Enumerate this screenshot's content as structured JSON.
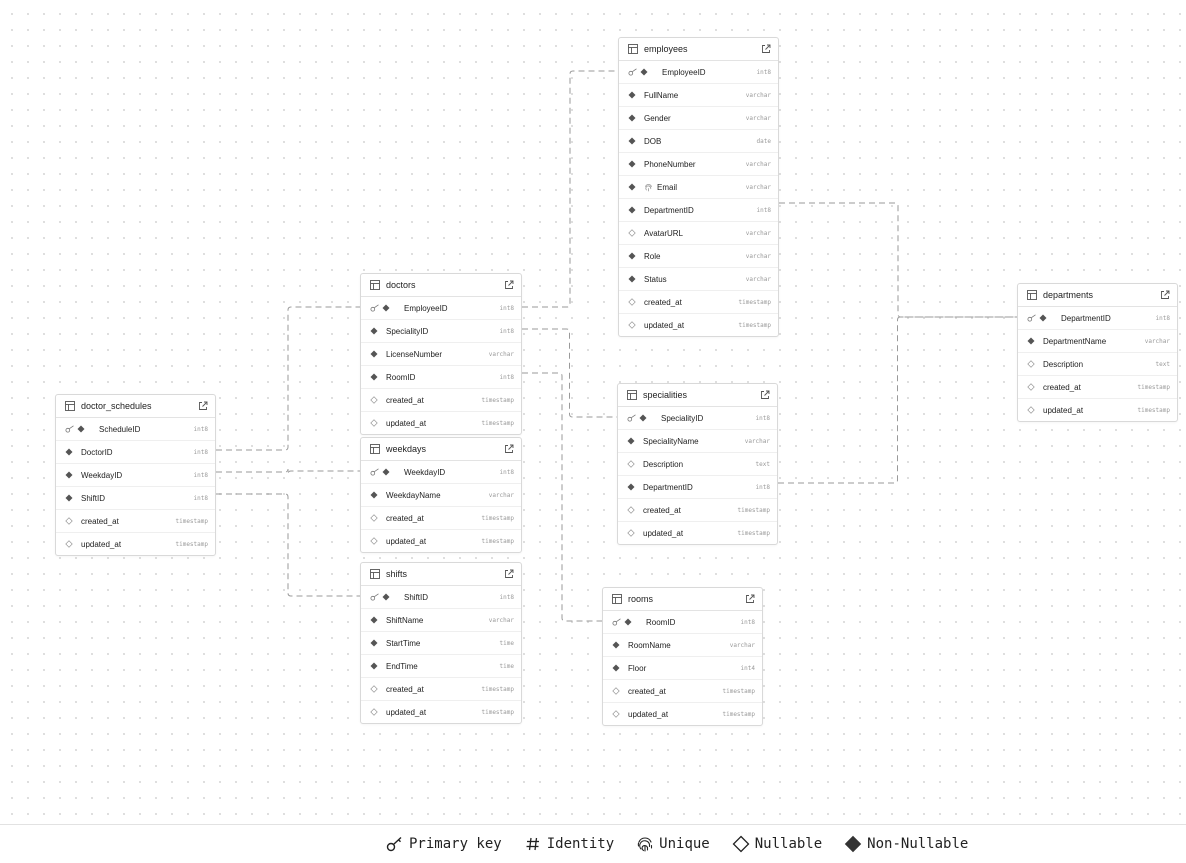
{
  "tables": [
    {
      "id": "employees",
      "name": "employees",
      "fields": [
        {
          "name": "EmployeeID",
          "type": "int8",
          "pk": true,
          "nullable": false
        },
        {
          "name": "FullName",
          "type": "varchar",
          "nullable": false
        },
        {
          "name": "Gender",
          "type": "varchar",
          "nullable": false
        },
        {
          "name": "DOB",
          "type": "date",
          "nullable": false
        },
        {
          "name": "PhoneNumber",
          "type": "varchar",
          "nullable": false
        },
        {
          "name": "Email",
          "type": "varchar",
          "nullable": false,
          "unique": true
        },
        {
          "name": "DepartmentID",
          "type": "int8",
          "nullable": false
        },
        {
          "name": "AvatarURL",
          "type": "varchar",
          "nullable": true
        },
        {
          "name": "Role",
          "type": "varchar",
          "nullable": false
        },
        {
          "name": "Status",
          "type": "varchar",
          "nullable": false
        },
        {
          "name": "created_at",
          "type": "timestamp",
          "nullable": true
        },
        {
          "name": "updated_at",
          "type": "timestamp",
          "nullable": true
        }
      ]
    },
    {
      "id": "doctors",
      "name": "doctors",
      "fields": [
        {
          "name": "EmployeeID",
          "type": "int8",
          "pk": true,
          "nullable": false
        },
        {
          "name": "SpecialityID",
          "type": "int8",
          "nullable": false
        },
        {
          "name": "LicenseNumber",
          "type": "varchar",
          "nullable": false
        },
        {
          "name": "RoomID",
          "type": "int8",
          "nullable": false
        },
        {
          "name": "created_at",
          "type": "timestamp",
          "nullable": true
        },
        {
          "name": "updated_at",
          "type": "timestamp",
          "nullable": true
        }
      ]
    },
    {
      "id": "departments",
      "name": "departments",
      "fields": [
        {
          "name": "DepartmentID",
          "type": "int8",
          "pk": true,
          "nullable": false
        },
        {
          "name": "DepartmentName",
          "type": "varchar",
          "nullable": false
        },
        {
          "name": "Description",
          "type": "text",
          "nullable": true
        },
        {
          "name": "created_at",
          "type": "timestamp",
          "nullable": true
        },
        {
          "name": "updated_at",
          "type": "timestamp",
          "nullable": true
        }
      ]
    },
    {
      "id": "specialities",
      "name": "specialities",
      "fields": [
        {
          "name": "SpecialityID",
          "type": "int8",
          "pk": true,
          "nullable": false
        },
        {
          "name": "SpecialityName",
          "type": "varchar",
          "nullable": false
        },
        {
          "name": "Description",
          "type": "text",
          "nullable": true
        },
        {
          "name": "DepartmentID",
          "type": "int8",
          "nullable": false
        },
        {
          "name": "created_at",
          "type": "timestamp",
          "nullable": true
        },
        {
          "name": "updated_at",
          "type": "timestamp",
          "nullable": true
        }
      ]
    },
    {
      "id": "doctor_schedules",
      "name": "doctor_schedules",
      "fields": [
        {
          "name": "ScheduleID",
          "type": "int8",
          "pk": true,
          "nullable": false
        },
        {
          "name": "DoctorID",
          "type": "int8",
          "nullable": false
        },
        {
          "name": "WeekdayID",
          "type": "int8",
          "nullable": false
        },
        {
          "name": "ShiftID",
          "type": "int8",
          "nullable": false
        },
        {
          "name": "created_at",
          "type": "timestamp",
          "nullable": true
        },
        {
          "name": "updated_at",
          "type": "timestamp",
          "nullable": true
        }
      ]
    },
    {
      "id": "weekdays",
      "name": "weekdays",
      "fields": [
        {
          "name": "WeekdayID",
          "type": "int8",
          "pk": true,
          "nullable": false
        },
        {
          "name": "WeekdayName",
          "type": "varchar",
          "nullable": false
        },
        {
          "name": "created_at",
          "type": "timestamp",
          "nullable": true
        },
        {
          "name": "updated_at",
          "type": "timestamp",
          "nullable": true
        }
      ]
    },
    {
      "id": "shifts",
      "name": "shifts",
      "fields": [
        {
          "name": "ShiftID",
          "type": "int8",
          "pk": true,
          "nullable": false
        },
        {
          "name": "ShiftName",
          "type": "varchar",
          "nullable": false
        },
        {
          "name": "StartTime",
          "type": "time",
          "nullable": false
        },
        {
          "name": "EndTime",
          "type": "time",
          "nullable": false
        },
        {
          "name": "created_at",
          "type": "timestamp",
          "nullable": true
        },
        {
          "name": "updated_at",
          "type": "timestamp",
          "nullable": true
        }
      ]
    },
    {
      "id": "rooms",
      "name": "rooms",
      "fields": [
        {
          "name": "RoomID",
          "type": "int8",
          "pk": true,
          "nullable": false
        },
        {
          "name": "RoomName",
          "type": "varchar",
          "nullable": false
        },
        {
          "name": "Floor",
          "type": "int4",
          "nullable": false
        },
        {
          "name": "created_at",
          "type": "timestamp",
          "nullable": true
        },
        {
          "name": "updated_at",
          "type": "timestamp",
          "nullable": true
        }
      ]
    }
  ],
  "relations": [
    {
      "from": "doctors.EmployeeID",
      "to": "employees.EmployeeID"
    },
    {
      "from": "employees.DepartmentID",
      "to": "departments.DepartmentID"
    },
    {
      "from": "specialities.DepartmentID",
      "to": "departments.DepartmentID"
    },
    {
      "from": "doctors.SpecialityID",
      "to": "specialities.SpecialityID"
    },
    {
      "from": "doctors.RoomID",
      "to": "rooms.RoomID"
    },
    {
      "from": "doctor_schedules.DoctorID",
      "to": "doctors.EmployeeID"
    },
    {
      "from": "doctor_schedules.WeekdayID",
      "to": "weekdays.WeekdayID"
    },
    {
      "from": "doctor_schedules.ShiftID",
      "to": "shifts.ShiftID"
    }
  ],
  "legend": {
    "primary_key": "Primary key",
    "identity": "Identity",
    "unique": "Unique",
    "nullable": "Nullable",
    "non_nullable": "Non-Nullable"
  },
  "colors": {
    "line": "#9a9a9a",
    "diamond": "#555555",
    "hollow": "#999999"
  }
}
